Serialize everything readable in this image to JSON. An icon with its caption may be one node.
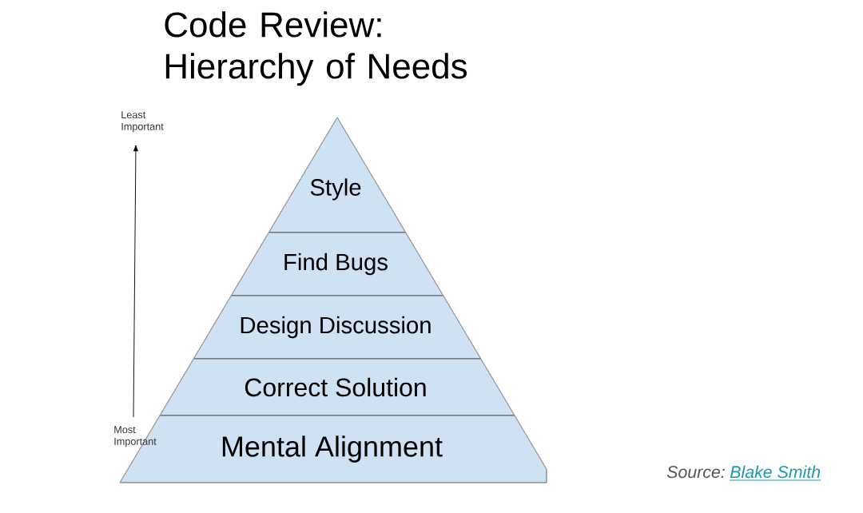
{
  "diagram": {
    "title": "Code Review: Hierarchy of Needs",
    "nodes": [
      {
        "text": [
          "Style"
        ]
      },
      {
        "text": [
          "Find Bugs"
        ]
      },
      {
        "text": [
          "Design Discussion"
        ]
      },
      {
        "text": [
          "Correct Solution"
        ]
      },
      {
        "text": [
          "Mental Alignment"
        ]
      }
    ],
    "labels": [
      "Least Important",
      "Most Important",
      "Source:",
      "Blake Smith"
    ]
  }
}
